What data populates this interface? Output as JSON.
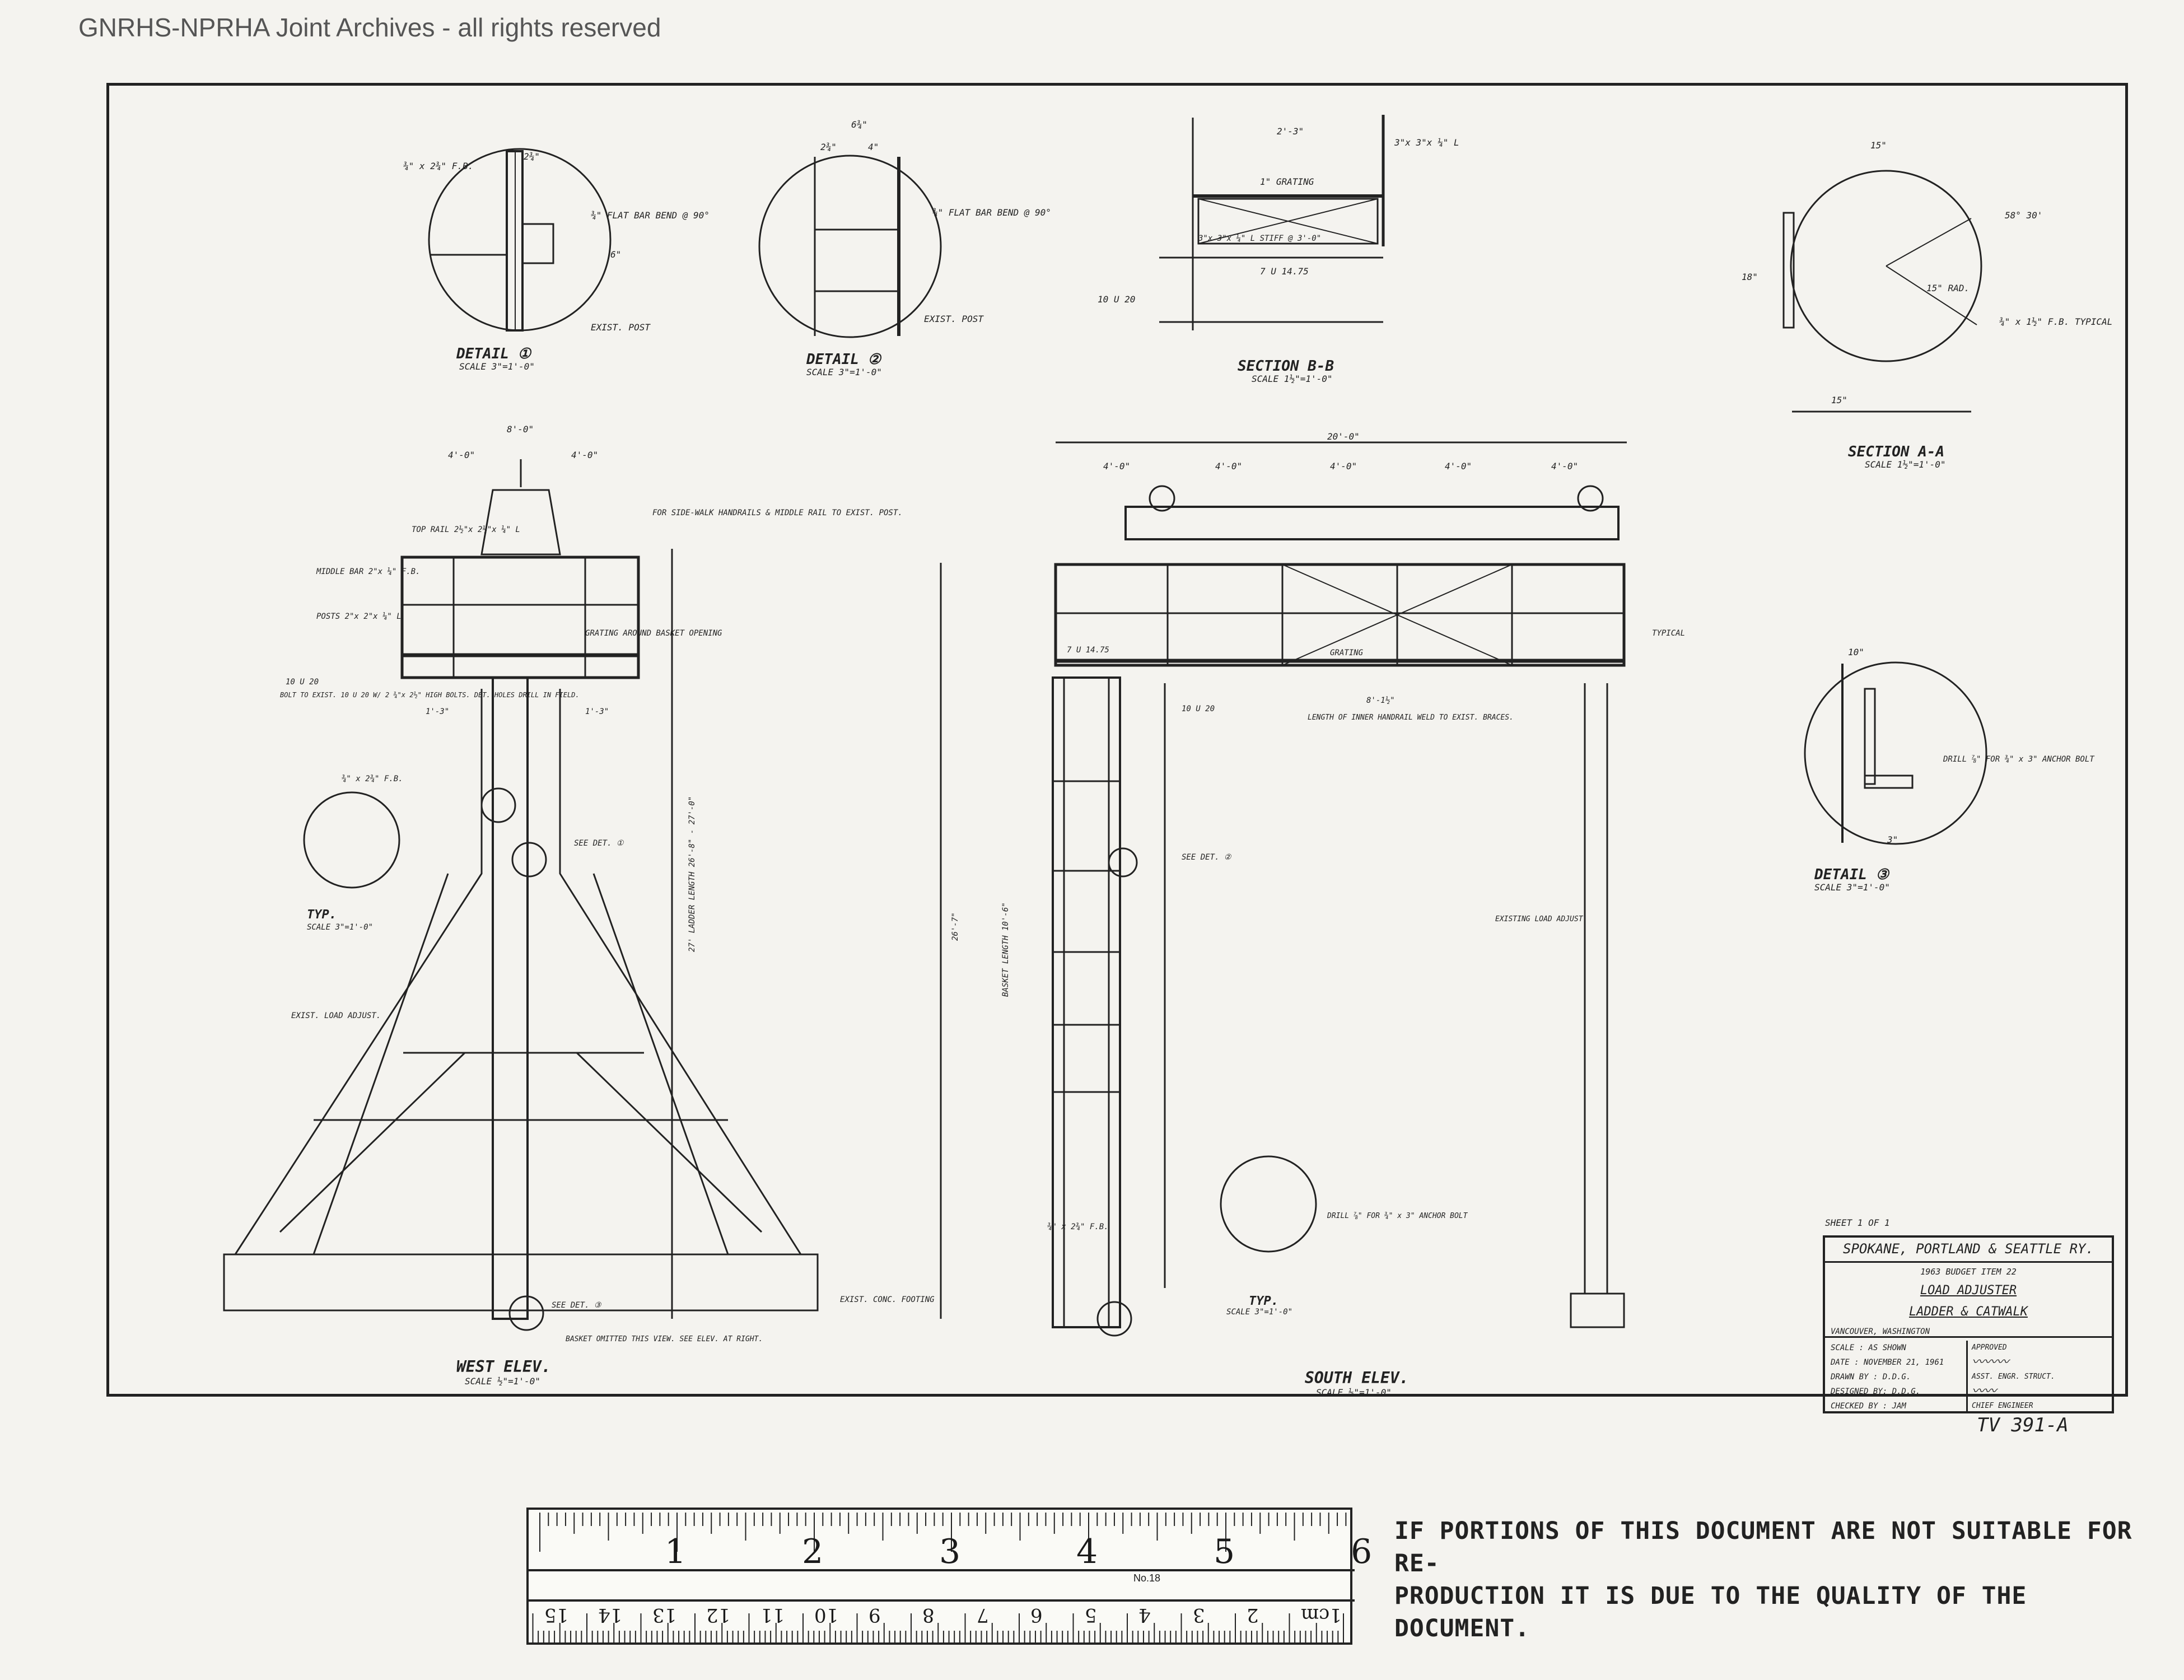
{
  "watermark": "GNRHS-NPRHA Joint Archives - all rights reserved",
  "details": {
    "detail1": {
      "title": "DETAIL ①",
      "scale": "SCALE 3\"=1'-0\"",
      "labels": [
        "¾\" x 2¾\" F.B.",
        "¾\" FLAT BAR BEND @ 90°",
        "EXIST. POST",
        "2¾\"",
        "6\""
      ]
    },
    "detail2": {
      "title": "DETAIL ②",
      "scale": "SCALE 3\"=1'-0\"",
      "labels": [
        "6¾\"",
        "2¾\"",
        "4\"",
        "¾\" FLAT BAR BEND @ 90°",
        "EXIST. POST"
      ]
    },
    "sectionBB": {
      "title": "SECTION B-B",
      "scale": "SCALE 1½\"=1'-0\"",
      "labels": [
        "2'-3\"",
        "3\"x 3\"x ¼\" L",
        "1\" GRATING",
        "3\"x 3\"x ¼\" L STIFF @ 3'-0\"",
        "7 U 14.75",
        "10 U 20"
      ]
    },
    "sectionAA": {
      "title": "SECTION A-A",
      "scale": "SCALE 1½\"=1'-0\"",
      "labels": [
        "15\"",
        "58° 30'",
        "15\" RAD.",
        "¾\" x 1½\" F.B. TYPICAL",
        "18\"",
        "15\""
      ]
    },
    "detail3": {
      "title": "DETAIL ③",
      "scale": "SCALE 3\"=1'-0\"",
      "labels": [
        "10\"",
        "DRILL ⅞\" FOR ¾\" x 3\" ANCHOR BOLT",
        "3\""
      ]
    }
  },
  "westElev": {
    "title": "WEST ELEV.",
    "scale": "SCALE ½\"=1'-0\"",
    "labels": [
      "8'-0\"",
      "4'-0\"",
      "4'-0\"",
      "TOP RAIL 2½\"x 2½\"x ¼\" L",
      "MIDDLE BAR 2\"x ¼\" F.B.",
      "POSTS 2\"x 2\"x ¼\" L",
      "FOR SIDE-WALK HANDRAILS & MIDDLE RAIL TO EXIST. POST.",
      "GRATING AROUND BASKET OPENING",
      "10 U 20",
      "BOLT TO EXIST. 10 U 20 W/ 2 ¾\"x 2½\" HIGH BOLTS. DET. HOLES DRILL IN FIELD.",
      "1'-3\"",
      "1'-3\"",
      "¾\" x 2¾\" F.B.",
      "SEE DET. ①",
      "TYP.",
      "SCALE 3\"=1'-0\"",
      "EXIST. LOAD ADJUST.",
      "SEE DET. ③",
      "BASKET OMITTED THIS VIEW. SEE ELEV. AT RIGHT.",
      "EXIST. CONC. FOOTING",
      "27' LADDER LENGTH 26'-8\" - 27'-0\""
    ]
  },
  "southElev": {
    "title": "SOUTH ELEV.",
    "scale": "SCALE ½\"=1'-0\"",
    "labels": [
      "20'-0\"",
      "4'-0\"",
      "4'-0\"",
      "4'-0\"",
      "4'-0\"",
      "4'-0\"",
      "7 U 14.75",
      "GRATING",
      "TYPICAL",
      "10 U 20",
      "LENGTH OF INNER HANDRAIL WELD TO EXIST. BRACES.",
      "8'-1½\"",
      "SEE DET. ②",
      "EXISTING LOAD ADJUST.",
      "BASKET LENGTH 10'-6\"",
      "¾\" x 2¾\" F.B.",
      "DRILL ⅞\" FOR ¾\" x 3\" ANCHOR BOLT",
      "TYP.",
      "SCALE 3\"=1'-0\"",
      "26'-7\""
    ]
  },
  "titleBlock": {
    "sheet": "SHEET 1 OF 1",
    "railway": "SPOKANE, PORTLAND & SEATTLE RY.",
    "budget": "1963 BUDGET ITEM 22",
    "title1": "LOAD ADJUSTER",
    "title2": "LADDER & CATWALK",
    "location": "VANCOUVER, WASHINGTON",
    "scale": "SCALE : AS SHOWN",
    "date": "DATE : NOVEMBER 21, 1961",
    "drawn": "DRAWN BY : D.D.G.",
    "designed": "DESIGNED BY: D.D.G.",
    "checked": "CHECKED BY : JAM",
    "approved": "APPROVED",
    "role1": "ASST. ENGR. STRUCT.",
    "role2": "CHIEF ENGINEER"
  },
  "drawingNumber": "TV 391-A",
  "ruler": {
    "inches": [
      "1",
      "2",
      "3",
      "4",
      "5",
      "6"
    ],
    "cm": [
      "1cm",
      "2",
      "3",
      "4",
      "5",
      "6",
      "7",
      "8",
      "9",
      "10",
      "11",
      "12",
      "13",
      "14",
      "15"
    ],
    "maker": "No.18"
  },
  "notice": {
    "line1": "IF PORTIONS OF THIS DOCUMENT ARE NOT SUITABLE FOR RE-",
    "line2": "PRODUCTION IT IS DUE TO THE QUALITY OF THE DOCUMENT."
  }
}
